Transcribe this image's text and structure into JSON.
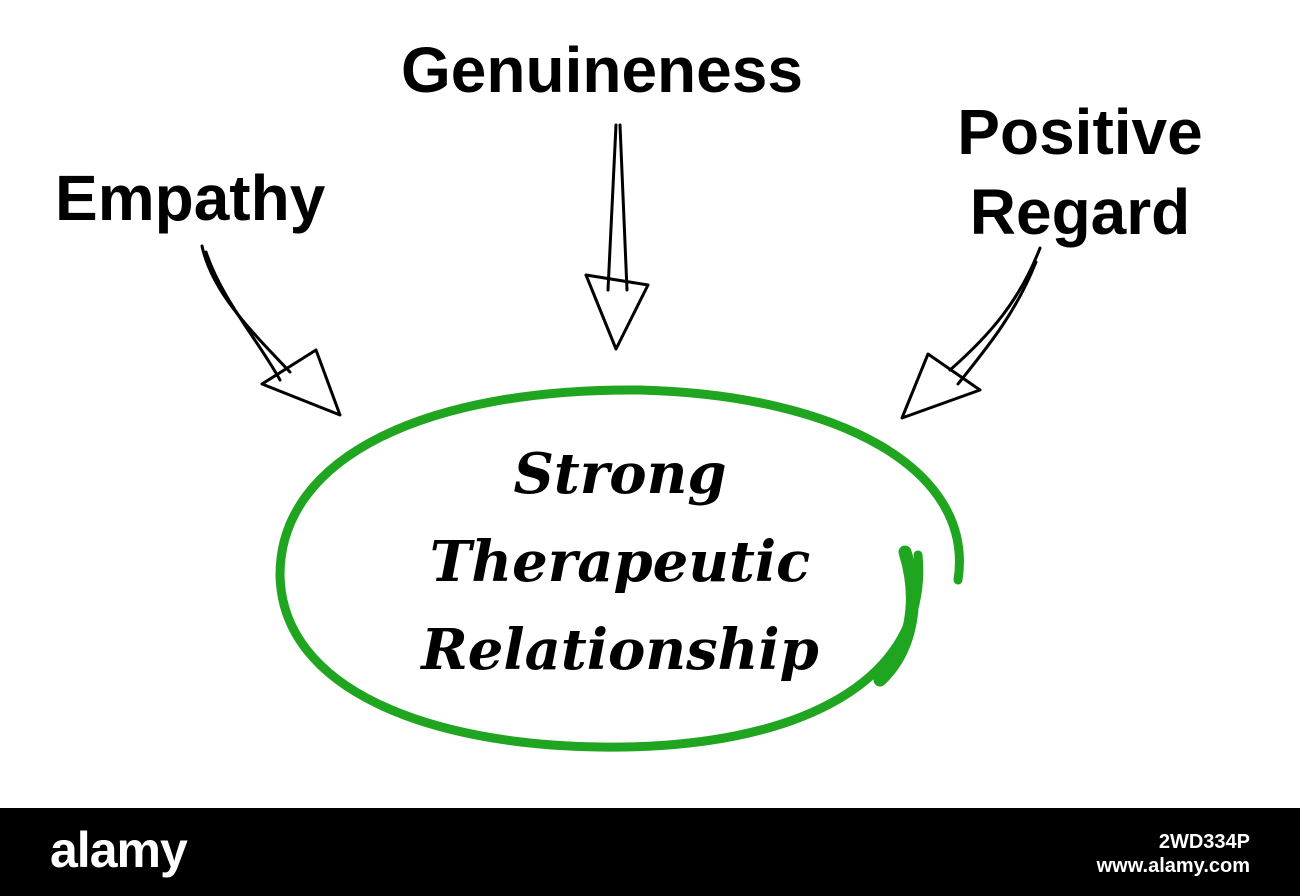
{
  "labels": {
    "empathy": "Empathy",
    "genuineness": "Genuineness",
    "positive_regard_line1": "Positive",
    "positive_regard_line2": "Regard"
  },
  "center": {
    "line1": "Strong",
    "line2": "Therapeutic",
    "line3": "Relationship"
  },
  "footer": {
    "brand": "alamy",
    "image_id": "2WD334P",
    "url": "www.alamy.com"
  },
  "colors": {
    "ellipse": "#1fa51f",
    "text": "#000000",
    "footer_background": "#000000",
    "footer_text": "#ffffff"
  },
  "icons": {
    "arrows": [
      "arrow-empathy-icon",
      "arrow-genuineness-icon",
      "arrow-positive-regard-icon"
    ]
  }
}
